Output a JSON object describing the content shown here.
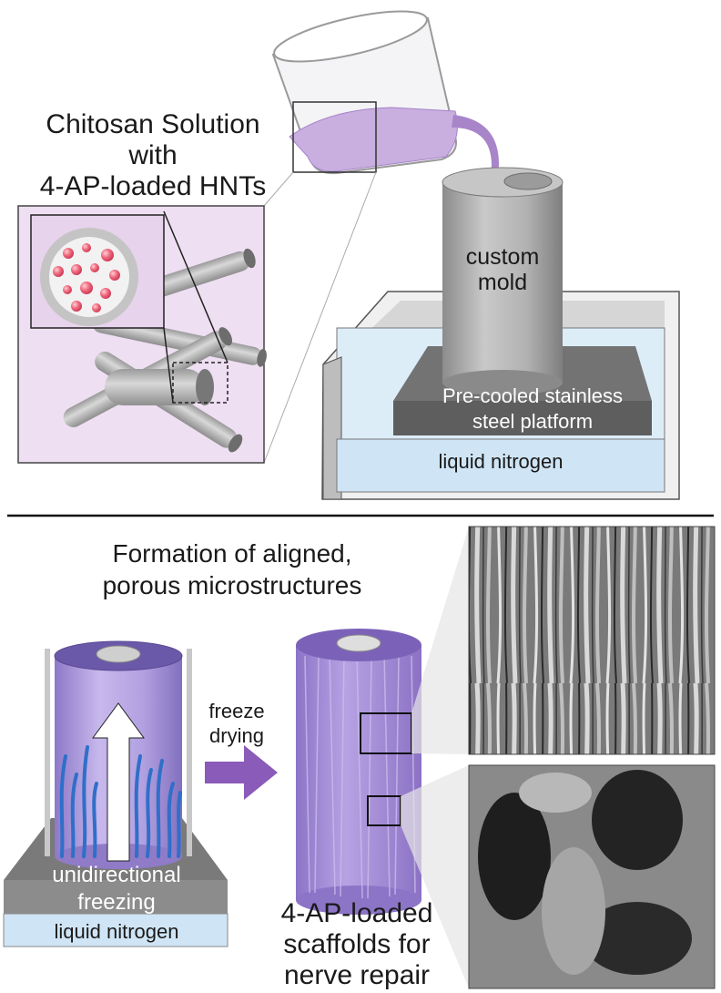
{
  "top_panel": {
    "solution_label_line1": "Chitosan Solution",
    "solution_label_line2": "with",
    "solution_label_line3": "4-AP-loaded HNTs",
    "mold_label_line1": "custom",
    "mold_label_line2": "mold",
    "platform_label_line1": "Pre-cooled stainless",
    "platform_label_line2": "steel platform",
    "nitrogen_label": "liquid nitrogen"
  },
  "bottom_panel": {
    "heading_line1": "Formation of aligned,",
    "heading_line2": "porous microstructures",
    "arrow_label_line1": "freeze",
    "arrow_label_line2": "drying",
    "freezing_label_line1": "unidirectional",
    "freezing_label_line2": "freezing",
    "nitrogen_label": "liquid nitrogen",
    "scaffold_label_line1": "4-AP-loaded",
    "scaffold_label_line2": "scaffolds for",
    "scaffold_label_line3": "nerve repair"
  },
  "colors": {
    "solution": "#c9aee0",
    "solution_dark": "#a884c9",
    "inset_bg": "#efdff2",
    "mold_gray": "#a8a8a8",
    "platform_gray": "#6e6e6e",
    "nitrogen_blue": "#cfe5f5",
    "scaffold_purple": "#a58ed6",
    "arrow_purple": "#8a5bb8",
    "ice_blue": "#2f6fc9"
  },
  "icons": {
    "beaker": "pouring-beaker-icon",
    "nanotube_cross_section": "halloysite-nanotube-cross-section-icon",
    "freeze_arrow": "right-arrow-icon",
    "freezing_direction": "up-arrow-icon"
  }
}
